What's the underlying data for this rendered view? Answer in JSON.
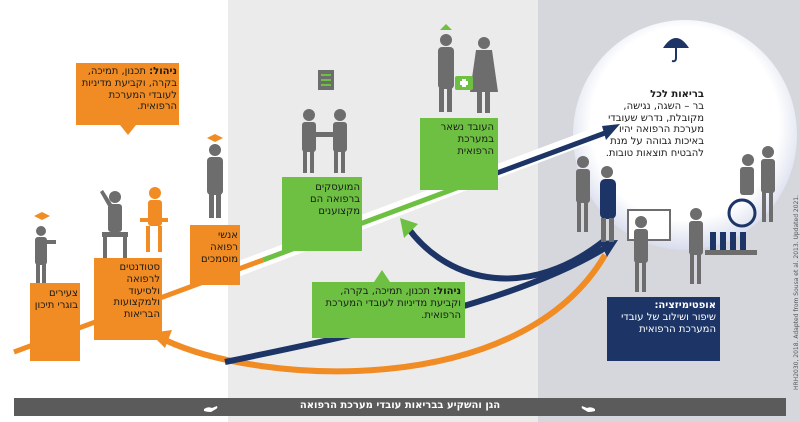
{
  "stages": {
    "students_label": "סטודנטים לרפואה ולסיעוד ולמקצועות הבריאות",
    "youth_label": "צעירים בוגרי תיכון",
    "graduates_label": "אנשי רפואה מוסמכים",
    "employed_label": "המועסקים ברפואה הם מקצוענים",
    "retained_label": "העובד נשאר במערכת הרפואית"
  },
  "callouts": {
    "mgmt_orange_title": "ניהול:",
    "mgmt_orange_body": "תכנון, תמיכה, בקרה, וקביעת מדיניות לעובדי המערכת הרפואית.",
    "mgmt_green_title": "ניהול:",
    "mgmt_green_body": "תכנון, תמיכה, בקרה, וקביעת מדיניות לעובדי המערכת הרפואית.",
    "optimization_title": "אופטימיזציה:",
    "optimization_body": "שיפור ושילוב של עובדי המערכת הרפואית",
    "health_title": "בריאות לכל",
    "health_body": "בר – השגה, נגישה, מקובלת, נדרש שעובדי מערכת הרפואה יהיו באיכות גבוהה על מנת להבטיח תוצאות טובות."
  },
  "footer": {
    "banner": "הגן והשקיע בבריאות עובדי מערכת הרפואה",
    "credit": "HRH2030, 2018. Adapted from Sousa et al. 2013. Updated 2021."
  },
  "colors": {
    "orange": "#f08c23",
    "green": "#6ec043",
    "navy": "#1c3566",
    "grey_figure": "#6d6d6d"
  }
}
